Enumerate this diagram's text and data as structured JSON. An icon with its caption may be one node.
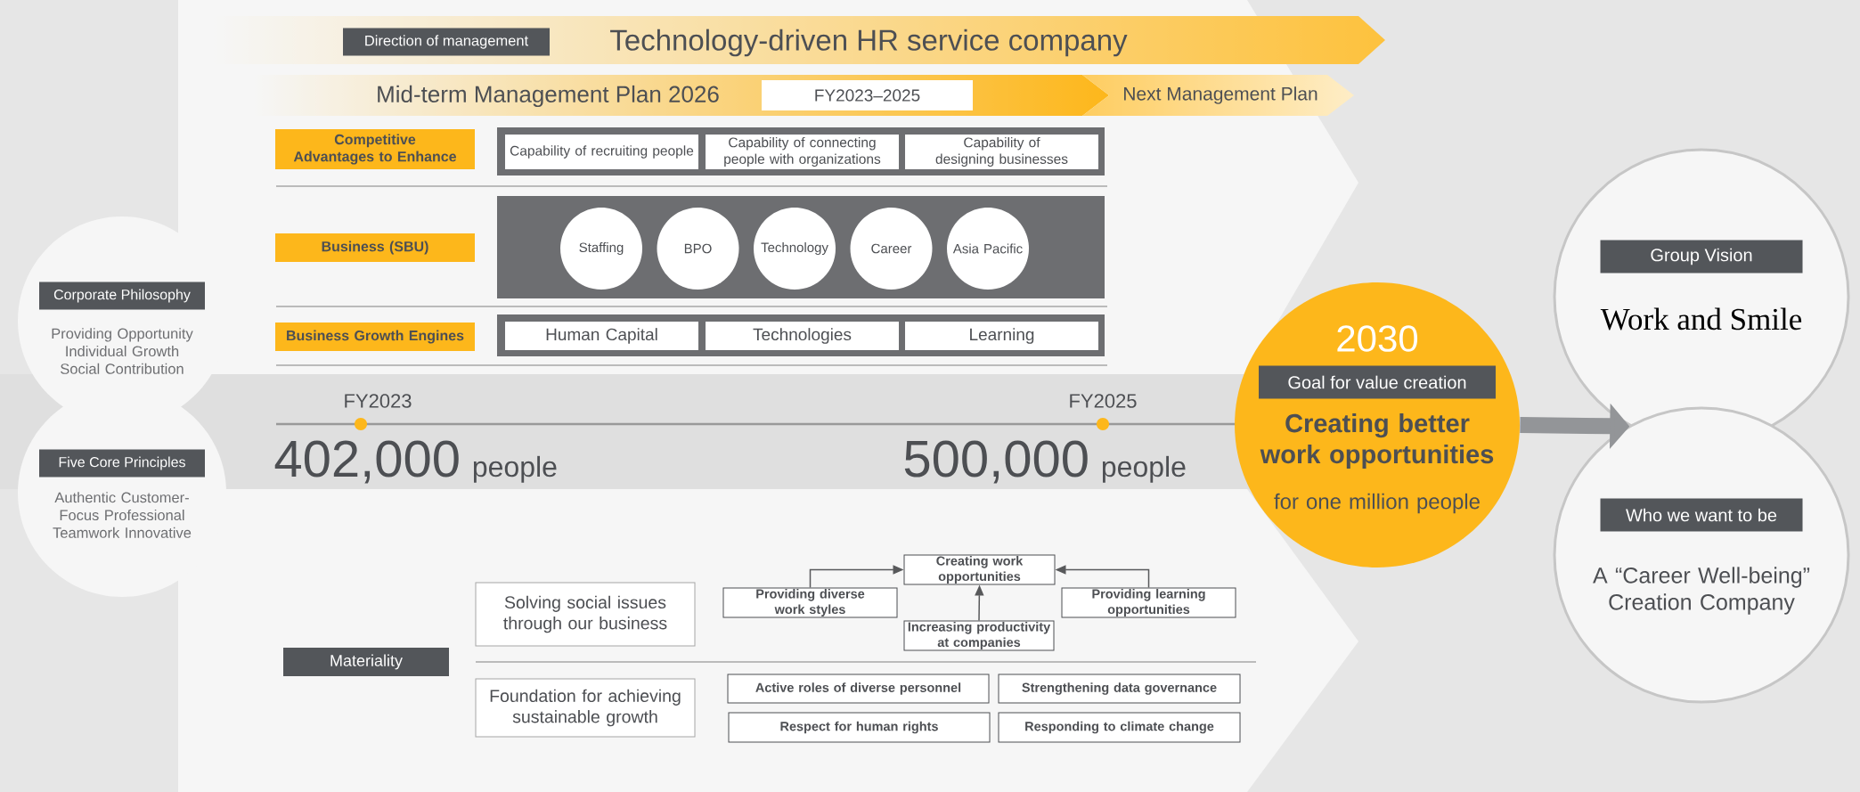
{
  "diagram": {
    "nodes": [
      {
        "text": [
          "Corporate Philosophy",
          "Providing Opportunity Individual Growth Social Contribution"
        ]
      },
      {
        "text": [
          "Five Core Principles",
          "Authentic Customer-Focus Professional Teamwork Innovative"
        ]
      },
      {
        "text": [
          "Direction of management",
          "Technology-driven HR service company"
        ]
      },
      {
        "text": [
          "Mid-term Management Plan 2026"
        ]
      },
      {
        "text": [
          "FY2023–2025"
        ]
      },
      {
        "text": [
          "Next Management Plan"
        ]
      },
      {
        "text": [
          "Competitive Advantages to Enhance"
        ]
      },
      {
        "text": [
          "Capability of recruiting people"
        ]
      },
      {
        "text": [
          "Capability of connecting people with organizations"
        ]
      },
      {
        "text": [
          "Capability of designing businesses"
        ]
      },
      {
        "text": [
          "Business (SBU)"
        ]
      },
      {
        "text": [
          "Staffing"
        ]
      },
      {
        "text": [
          "BPO"
        ]
      },
      {
        "text": [
          "Technology"
        ]
      },
      {
        "text": [
          "Career"
        ]
      },
      {
        "text": [
          "Asia Pacific"
        ]
      },
      {
        "text": [
          "Business Growth Engines"
        ]
      },
      {
        "text": [
          "Human Capital"
        ]
      },
      {
        "text": [
          "Technologies"
        ]
      },
      {
        "text": [
          "Learning"
        ]
      },
      {
        "text": [
          "Materiality"
        ]
      },
      {
        "text": [
          "Solving social issues through our business"
        ]
      },
      {
        "text": [
          "Creating work opportunities"
        ]
      },
      {
        "text": [
          "Providing diverse work styles"
        ]
      },
      {
        "text": [
          "Increasing productivity at companies"
        ]
      },
      {
        "text": [
          "Providing learning opportunities"
        ]
      },
      {
        "text": [
          "Foundation for achieving sustainable growth"
        ]
      },
      {
        "text": [
          "Active roles of diverse personnel"
        ]
      },
      {
        "text": [
          "Strengthening data governance"
        ]
      },
      {
        "text": [
          "Respect for human rights"
        ]
      },
      {
        "text": [
          "Responding to climate change"
        ]
      },
      {
        "text": [
          "2030",
          "Goal for value creation",
          "Creating better work opportunities",
          "for one million people"
        ]
      },
      {
        "text": [
          "Group Vision",
          "Work and Smile"
        ]
      },
      {
        "text": [
          "Who we want to be",
          "A “Career Well-being” Creation Company"
        ]
      }
    ],
    "edges": [
      {
        "from": 23,
        "to": 22,
        "arrow": "to"
      },
      {
        "from": 24,
        "to": 22,
        "arrow": "to"
      },
      {
        "from": 25,
        "to": 22,
        "arrow": "to"
      },
      {
        "from": 31,
        "to": 32,
        "arrow": "to",
        "style": "thick",
        "color": "#939598"
      }
    ],
    "labels": [
      "FY2023",
      "402,000",
      "people",
      "FY2025",
      "500,000",
      "people"
    ]
  }
}
